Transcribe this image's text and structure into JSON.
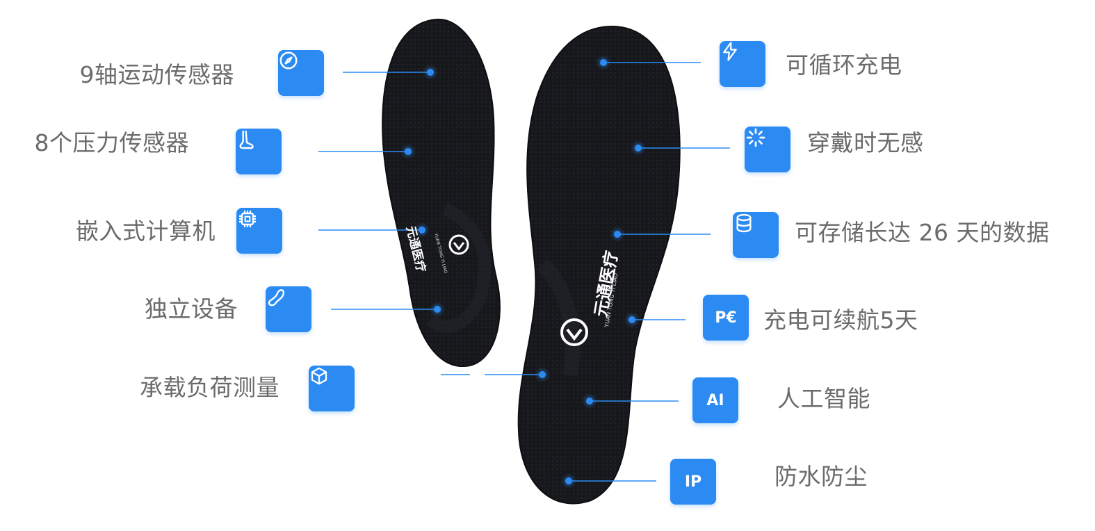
{
  "brand": {
    "name_cn": "元通医疗",
    "name_en": "YUAN TONG YI LIAO"
  },
  "colors": {
    "accent": "#2b8bf3",
    "insole": "#17181c",
    "label_text": "#6b6b6b"
  },
  "features_left": [
    {
      "label": "9轴运动传感器",
      "icon": "compass-icon"
    },
    {
      "label": "8个压力传感器",
      "icon": "foot-icon"
    },
    {
      "label": "嵌入式计算机",
      "icon": "chip-icon"
    },
    {
      "label": "独立设备",
      "icon": "insole-icon"
    },
    {
      "label": "承载负荷测量",
      "icon": "box-icon"
    }
  ],
  "features_right": [
    {
      "label": "可循环充电",
      "icon": "lightning-icon"
    },
    {
      "label": "穿戴时无感",
      "icon": "loader-icon"
    },
    {
      "label": "可存储长达 26 天的数据",
      "icon": "database-icon"
    },
    {
      "label": "充电可续航5天",
      "icon": "pe-text-icon",
      "tile_text": "P€"
    },
    {
      "label": "人工智能",
      "icon": "ai-text-icon",
      "tile_text": "AI"
    },
    {
      "label": "防水防尘",
      "icon": "ip-text-icon",
      "tile_text": "IP"
    }
  ]
}
